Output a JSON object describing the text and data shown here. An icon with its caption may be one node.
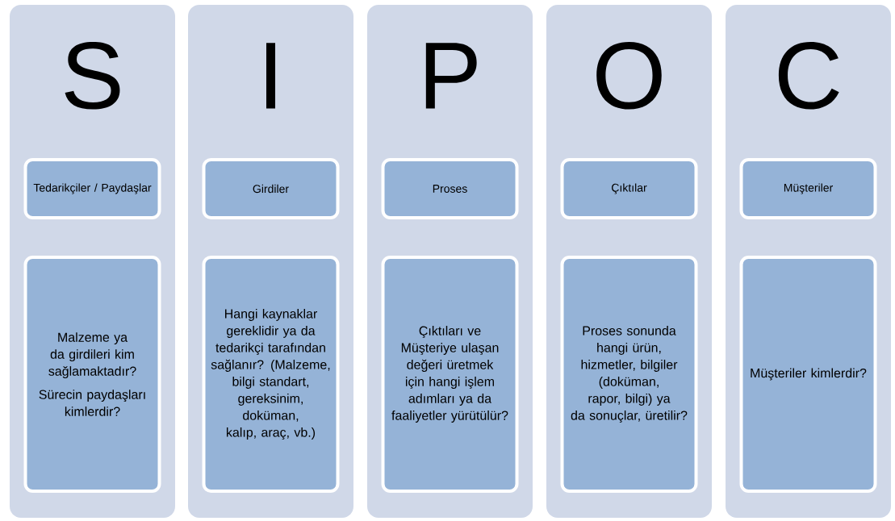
{
  "diagram": {
    "nodes": [
      {
        "text": [
          "S"
        ]
      },
      {
        "text": [
          "Tedarikçiler / Paydaşlar"
        ],
        "in": 0
      },
      {
        "text": [
          "Malzeme ya da girdileri kim sağlamaktadır?",
          "Sürecin paydaşları kimlerdir?"
        ],
        "in": 0
      },
      {
        "text": [
          "I"
        ]
      },
      {
        "text": [
          "Girdiler"
        ],
        "in": 3
      },
      {
        "text": [
          "Hangi kaynaklar gereklidir ya da tedarikçi tarafından sağlanır? (Malzeme, bilgi standart, gereksinim, doküman, kalıp, araç, vb.)"
        ],
        "in": 3
      },
      {
        "text": [
          "P"
        ]
      },
      {
        "text": [
          "Proses"
        ],
        "in": 6
      },
      {
        "text": [
          "Çıktıları ve Müşteriye ulaşan  değeri üretmek için hangi işlem adımları ya da faaliyetler yürütülür?"
        ],
        "in": 6
      },
      {
        "text": [
          "O"
        ]
      },
      {
        "text": [
          "Çıktılar"
        ],
        "in": 9
      },
      {
        "text": [
          "Proses sonunda hangi ürün, hizmetler, bilgiler (doküman, rapor, bilgi) ya da sonuçlar, üretilir?"
        ],
        "in": 9
      },
      {
        "text": [
          "C"
        ]
      },
      {
        "text": [
          "Müşteriler"
        ],
        "in": 12
      },
      {
        "text": [
          "Müşteriler kimlerdir?"
        ],
        "in": 12
      }
    ]
  }
}
